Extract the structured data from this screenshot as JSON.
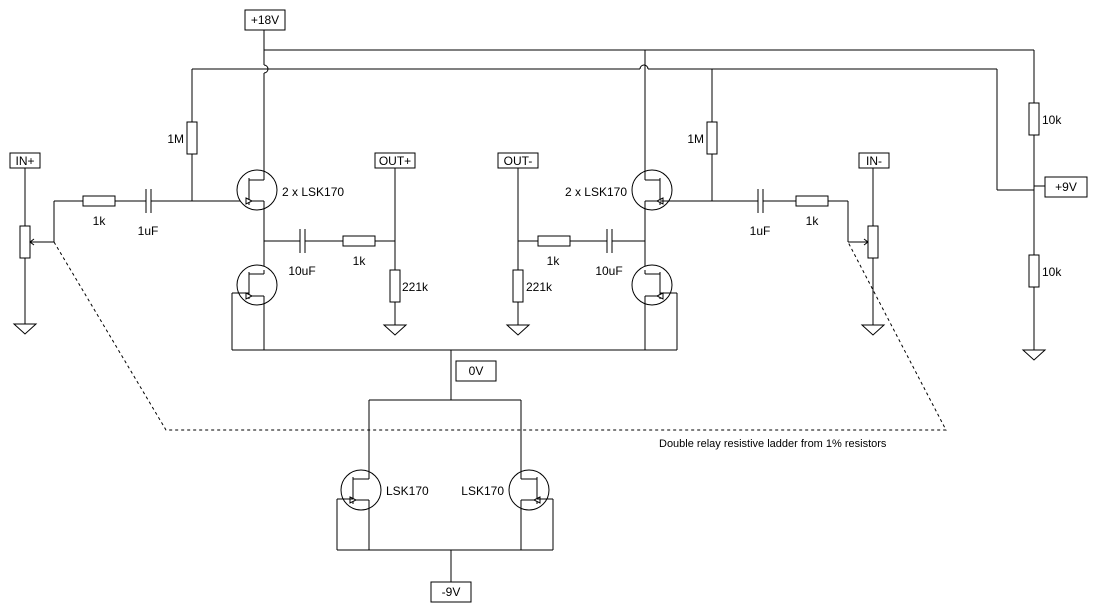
{
  "ports": {
    "vplus18": "+18V",
    "vplus9": "+9V",
    "vminus9": "-9V",
    "zero": "0V",
    "in_plus": "IN+",
    "in_minus": "IN-",
    "out_plus": "OUT+",
    "out_minus": "OUT-"
  },
  "labels": {
    "r_gate_left": "1M",
    "r_gate_right": "1M",
    "r_in_left": "1k",
    "r_in_right": "1k",
    "c_in_left": "1uF",
    "c_in_right": "1uF",
    "c_out_left": "10uF",
    "c_out_right": "10uF",
    "r_out_left": "1k",
    "r_out_right": "1k",
    "r_load_left": "221k",
    "r_load_right": "221k",
    "r_div_top": "10k",
    "r_div_bottom": "10k",
    "jfet_pair_left": "2 x LSK170",
    "jfet_pair_right": "2 x LSK170",
    "jfet_bottom_left": "LSK170",
    "jfet_bottom_right": "LSK170",
    "ladder_note": "Double relay resistive ladder from 1% resistors"
  }
}
